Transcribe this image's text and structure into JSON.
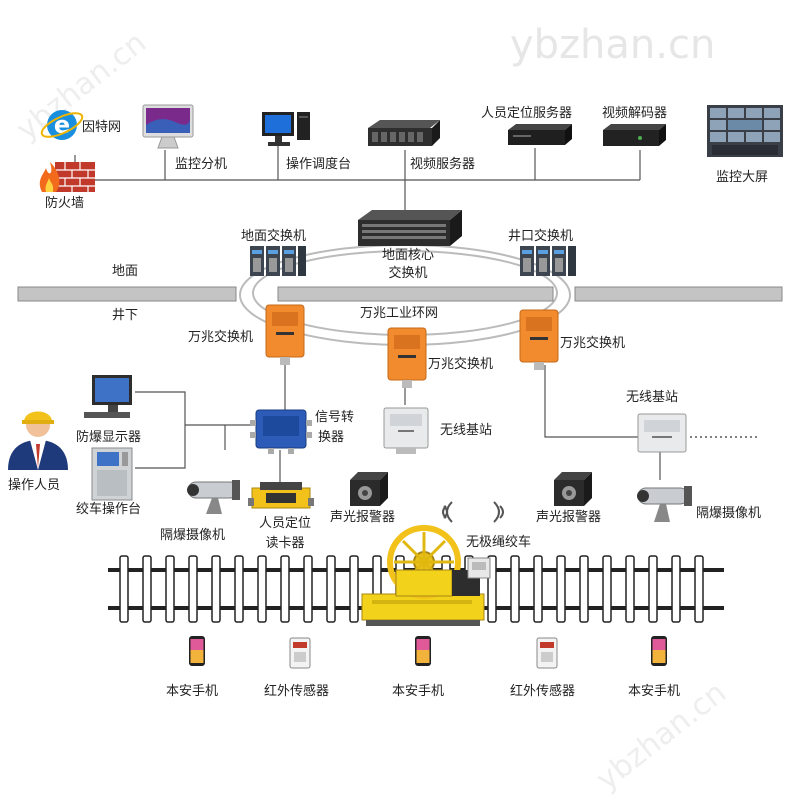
{
  "watermark": "ybzhan.cn",
  "labels": {
    "internet": "因特网",
    "firewall": "防火墙",
    "monitor_pc": "监控分机",
    "dispatch_console": "操作调度台",
    "video_server": "视频服务器",
    "personnel_server": "人员定位服务器",
    "video_decoder": "视频解码器",
    "big_screen": "监控大屏",
    "ground_switch": "地面交换机",
    "shaft_switch": "井口交换机",
    "core_switch_l1": "地面核心",
    "core_switch_l2": "交换机",
    "ground": "地面",
    "underground": "井下",
    "ring_network": "万兆工业环网",
    "switch_left": "万兆交换机",
    "switch_center": "万兆交换机",
    "switch_right": "万兆交换机",
    "explosion_display": "防爆显示器",
    "operator": "操作人员",
    "winch_console": "绞车操作台",
    "signal_converter_l1": "信号转",
    "signal_converter_l2": "换器",
    "wireless_station_center": "无线基站",
    "wireless_station_right": "无线基站",
    "camera_left": "隔爆摄像机",
    "camera_right": "隔爆摄像机",
    "card_reader_l1": "人员定位",
    "card_reader_l2": "读卡器",
    "alarm_left": "声光报警器",
    "alarm_right": "声光报警器",
    "winch_car": "无极绳绞车",
    "phone_1": "本安手机",
    "phone_2": "本安手机",
    "phone_3": "本安手机",
    "ir_sensor_1": "红外传感器",
    "ir_sensor_2": "红外传感器"
  },
  "colors": {
    "orange_switch": "#f28a2e",
    "blue_converter": "#2c5bb8",
    "yellow_car": "#f2d21a",
    "ground_bar": "#c4c4c4",
    "line": "#555555",
    "ie_blue": "#1a8fe0",
    "firewall_red": "#c0392b"
  }
}
